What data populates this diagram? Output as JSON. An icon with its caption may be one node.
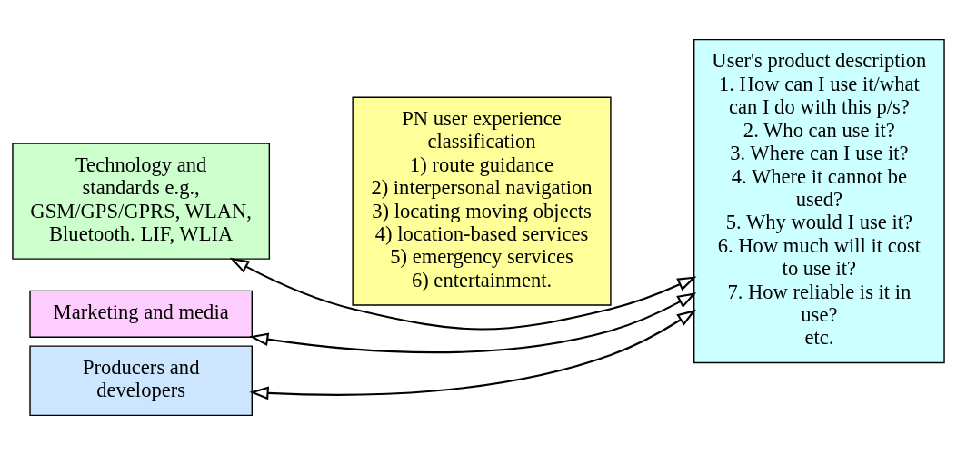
{
  "diagram": {
    "nodes": [
      {
        "text": [
          "Technology and standards e.g., GSM/GPS/GPRS, WLAN, Bluetooth. LIF, WLIA"
        ]
      },
      {
        "text": [
          "Marketing and media"
        ]
      },
      {
        "text": [
          "Producers and developers"
        ]
      },
      {
        "text": [
          "PN user experience classification",
          "1) route guidance",
          "2) interpersonal navigation",
          "3) locating moving objects",
          "4) location-based services",
          "5) emergency services",
          "6) entertainment."
        ]
      },
      {
        "text": [
          "User's product description",
          "1. How can I use it/what can I do with this p/s?",
          "2. Who can use it?",
          "3. Where can I use it?",
          "4. Where it cannot be used?",
          "5. Why would I use it?",
          "6. How much will it cost to use it?",
          "7. How reliable is it in use?",
          "etc."
        ]
      }
    ],
    "edges": [
      {
        "from": 0,
        "to": 4,
        "arrow": "both"
      },
      {
        "from": 1,
        "to": 4,
        "arrow": "both"
      },
      {
        "from": 2,
        "to": 4,
        "arrow": "both"
      }
    ]
  }
}
